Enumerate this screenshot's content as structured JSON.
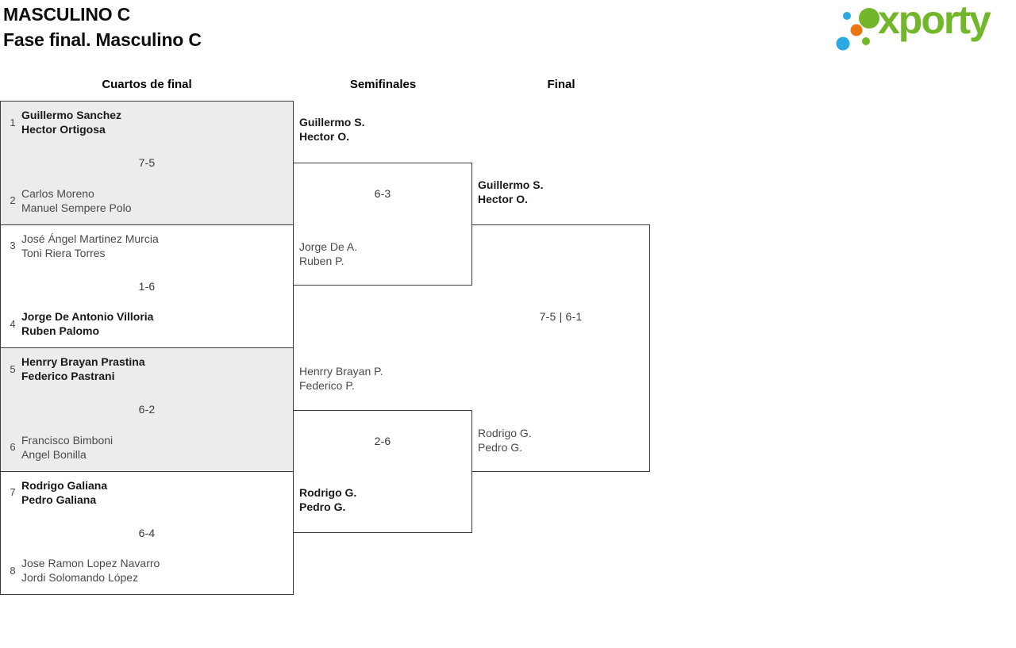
{
  "header": {
    "title": "MASCULINO C",
    "subtitle": "Fase final. Masculino C"
  },
  "brand": {
    "logo_text": "xporty",
    "colors": {
      "green": "#72b62a",
      "blue": "#2aa9e0",
      "orange": "#e87511"
    }
  },
  "rounds": [
    {
      "label": "Cuartos de final"
    },
    {
      "label": "Semifinales"
    },
    {
      "label": "Final"
    }
  ],
  "bracket": {
    "quarterfinals": [
      {
        "seed_top": "1",
        "team_top": [
          "Guillermo Sanchez",
          "Hector Ortigosa"
        ],
        "top_winner": true,
        "score": "7-5",
        "seed_bottom": "2",
        "team_bottom": [
          "Carlos Moreno",
          "Manuel Sempere Polo"
        ],
        "bottom_winner": false
      },
      {
        "seed_top": "3",
        "team_top": [
          "José Ángel Martinez Murcia",
          "Toni Riera Torres"
        ],
        "top_winner": false,
        "score": "1-6",
        "seed_bottom": "4",
        "team_bottom": [
          "Jorge De Antonio Villoria",
          "Ruben Palomo"
        ],
        "bottom_winner": true
      },
      {
        "seed_top": "5",
        "team_top": [
          "Henrry Brayan Prastina",
          "Federico Pastrani"
        ],
        "top_winner": true,
        "score": "6-2",
        "seed_bottom": "6",
        "team_bottom": [
          "Francisco Bimboni",
          "Angel Bonilla"
        ],
        "bottom_winner": false
      },
      {
        "seed_top": "7",
        "team_top": [
          "Rodrigo Galiana",
          "Pedro Galiana"
        ],
        "top_winner": true,
        "score": "6-4",
        "seed_bottom": "8",
        "team_bottom": [
          "Jose Ramon Lopez Navarro",
          "Jordi Solomando López"
        ],
        "bottom_winner": false
      }
    ],
    "semifinals": [
      {
        "team_top": [
          "Guillermo S.",
          "Hector O."
        ],
        "top_winner": true,
        "score": "6-3",
        "team_bottom": [
          "Jorge De A.",
          "Ruben P."
        ],
        "bottom_winner": false
      },
      {
        "team_top": [
          "Henrry Brayan P.",
          "Federico P."
        ],
        "top_winner": false,
        "score": "2-6",
        "team_bottom": [
          "Rodrigo G.",
          "Pedro G."
        ],
        "bottom_winner": true
      }
    ],
    "final": {
      "team_top": [
        "Guillermo S.",
        "Hector O."
      ],
      "top_winner": true,
      "score": "7-5 | 6-1",
      "team_bottom": [
        "Rodrigo G.",
        "Pedro G."
      ],
      "bottom_winner": false
    }
  }
}
